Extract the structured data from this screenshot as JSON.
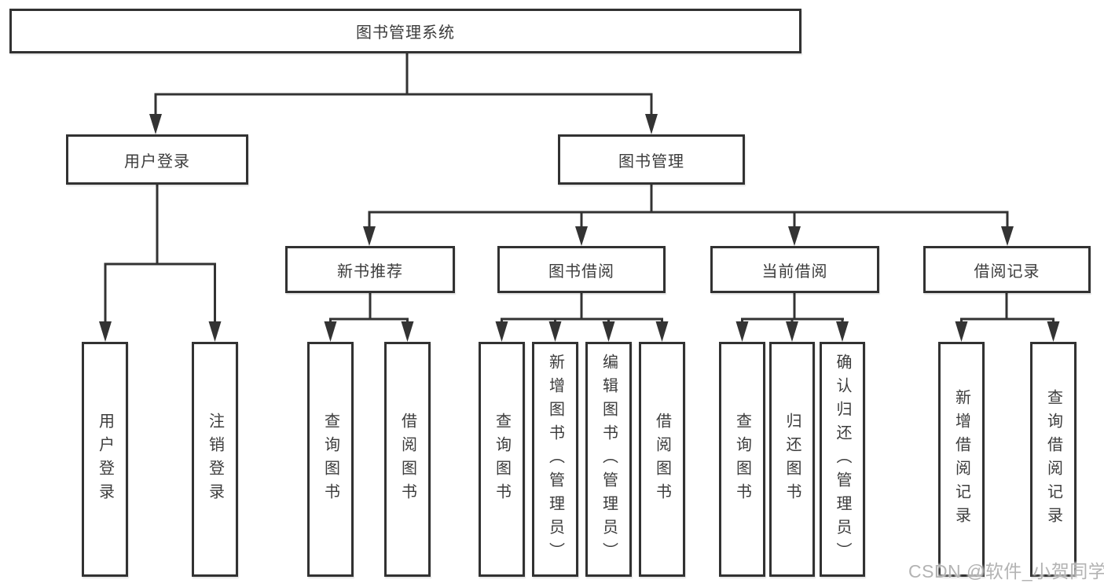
{
  "diagram": {
    "root": "图书管理系统",
    "level2": [
      {
        "label": "用户登录"
      },
      {
        "label": "图书管理"
      }
    ],
    "level3": [
      {
        "label": "新书推荐"
      },
      {
        "label": "图书借阅"
      },
      {
        "label": "当前借阅"
      },
      {
        "label": "借阅记录"
      }
    ],
    "leaves": {
      "user_login": [
        "用户登录",
        "注销登录"
      ],
      "new_book": [
        "查询图书",
        "借阅图书"
      ],
      "book_borrow": [
        "查询图书",
        "新增图书（管理员）",
        "编辑图书（管理员）",
        "借阅图书"
      ],
      "current_borrow": [
        "查询图书",
        "归还图书",
        "确认归还（管理员）"
      ],
      "borrow_record": [
        "新增借阅记录",
        "查询借阅记录"
      ]
    }
  },
  "watermark": "CSDN @软件_小贺同学",
  "colors": {
    "line": "#333333",
    "box_border": "#323232",
    "text": "#3c3c3c",
    "watermark": "#b3b3b3"
  }
}
